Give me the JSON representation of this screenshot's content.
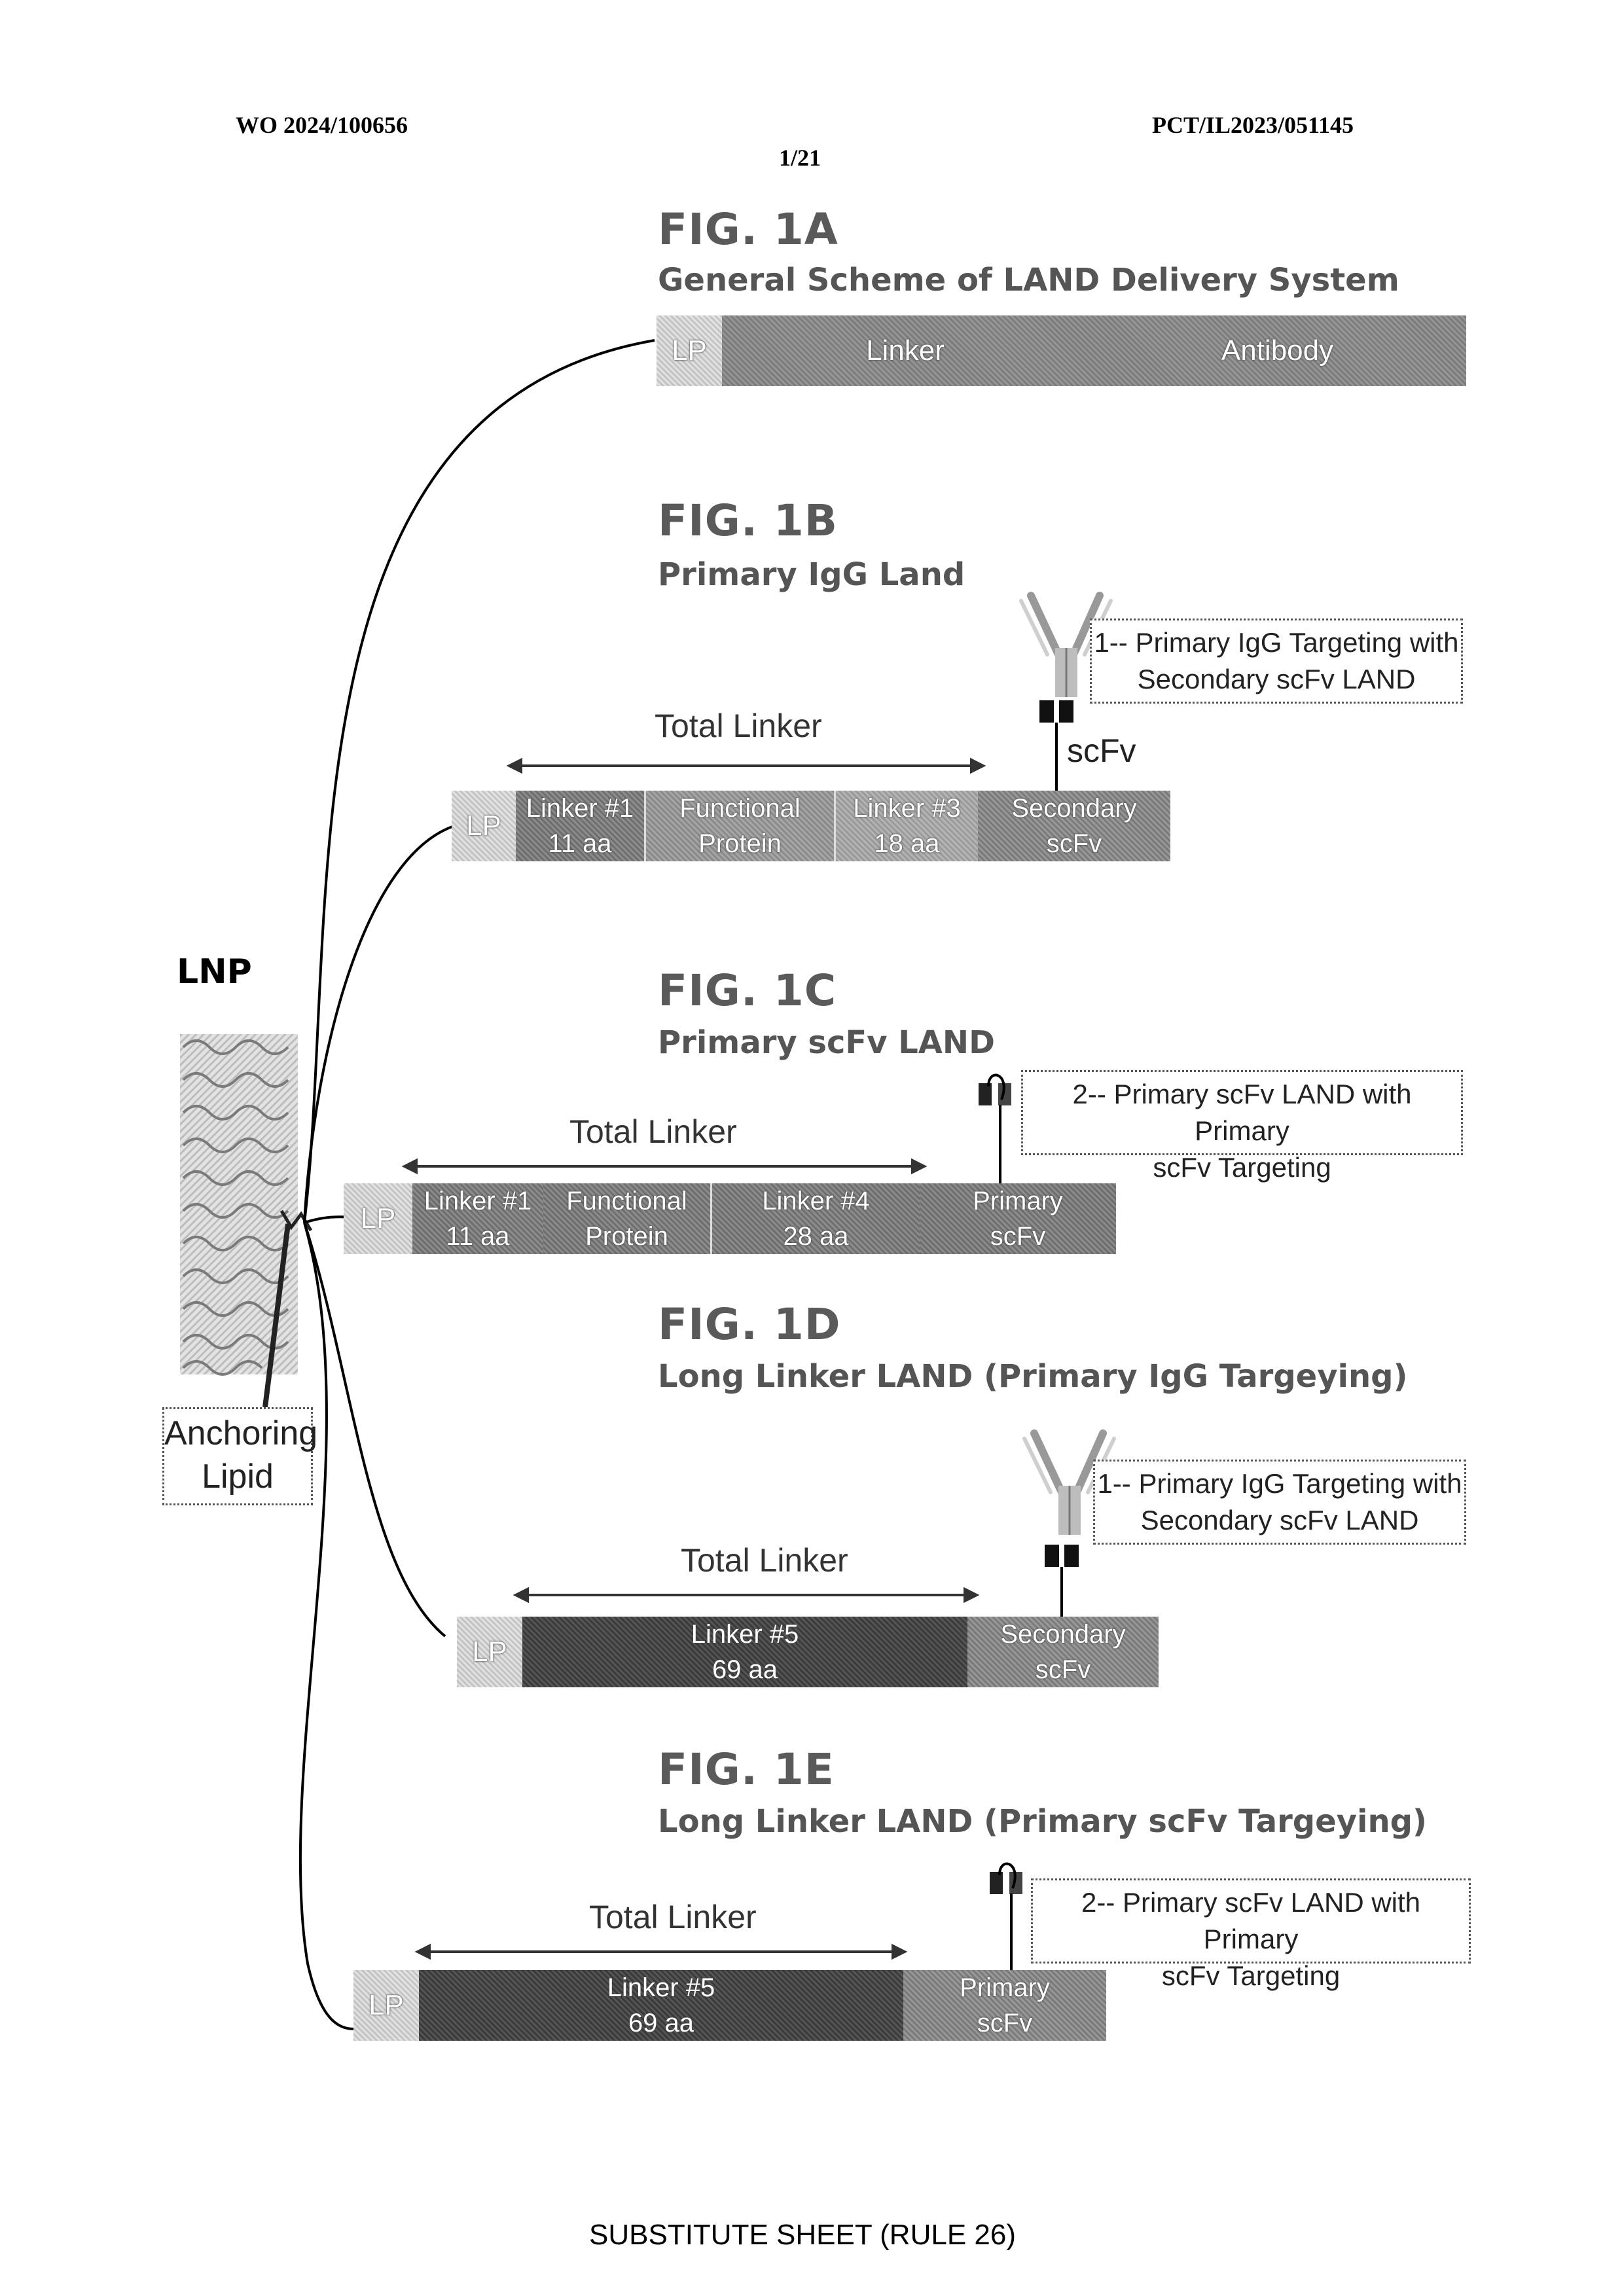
{
  "header": {
    "pub_number": "WO 2024/100656",
    "app_number": "PCT/IL2023/051145",
    "sheet": "1/21"
  },
  "lnp": {
    "label": "LNP",
    "anchor_line1": "Anchoring",
    "anchor_line2": "Lipid"
  },
  "fig1a": {
    "title": "FIG. 1A",
    "subtitle": "General Scheme of LAND Delivery System",
    "segments": [
      "LP",
      "Linker",
      "Antibody"
    ]
  },
  "fig1b": {
    "title": "FIG. 1B",
    "subtitle": "Primary IgG Land",
    "total_linker": "Total Linker",
    "scfv_label": "scFv",
    "callout_line1": "1-- Primary IgG Targeting with",
    "callout_line2": "Secondary scFv LAND",
    "lp": "LP",
    "seg1_l1": "Linker #1",
    "seg1_l2": "11 aa",
    "seg2_l1": "Functional",
    "seg2_l2": "Protein",
    "seg3_l1": "Linker #3",
    "seg3_l2": "18 aa",
    "seg4_l1": "Secondary",
    "seg4_l2": "scFv"
  },
  "fig1c": {
    "title": "FIG. 1C",
    "subtitle": "Primary scFv LAND",
    "total_linker": "Total Linker",
    "callout_line1": "2-- Primary scFv LAND with Primary",
    "callout_line2": "scFv Targeting",
    "lp": "LP",
    "seg1_l1": "Linker #1",
    "seg1_l2": "11 aa",
    "seg2_l1": "Functional",
    "seg2_l2": "Protein",
    "seg3_l1": "Linker #4",
    "seg3_l2": "28 aa",
    "seg4_l1": "Primary",
    "seg4_l2": "scFv"
  },
  "fig1d": {
    "title": "FIG. 1D",
    "subtitle": "Long Linker LAND (Primary IgG Targeying)",
    "total_linker": "Total Linker",
    "callout_line1": "1-- Primary IgG Targeting with",
    "callout_line2": "Secondary scFv LAND",
    "lp": "LP",
    "seg1_l1": "Linker #5",
    "seg1_l2": "69 aa",
    "seg2_l1": "Secondary",
    "seg2_l2": "scFv"
  },
  "fig1e": {
    "title": "FIG. 1E",
    "subtitle": "Long Linker LAND (Primary scFv Targeying)",
    "total_linker": "Total Linker",
    "callout_line1": "2-- Primary scFv LAND with Primary",
    "callout_line2": "scFv Targeting",
    "lp": "LP",
    "seg1_l1": "Linker #5",
    "seg1_l2": "69 aa",
    "seg2_l1": "Primary",
    "seg2_l2": "scFv"
  },
  "footer": "SUBSTITUTE SHEET (RULE 26)"
}
